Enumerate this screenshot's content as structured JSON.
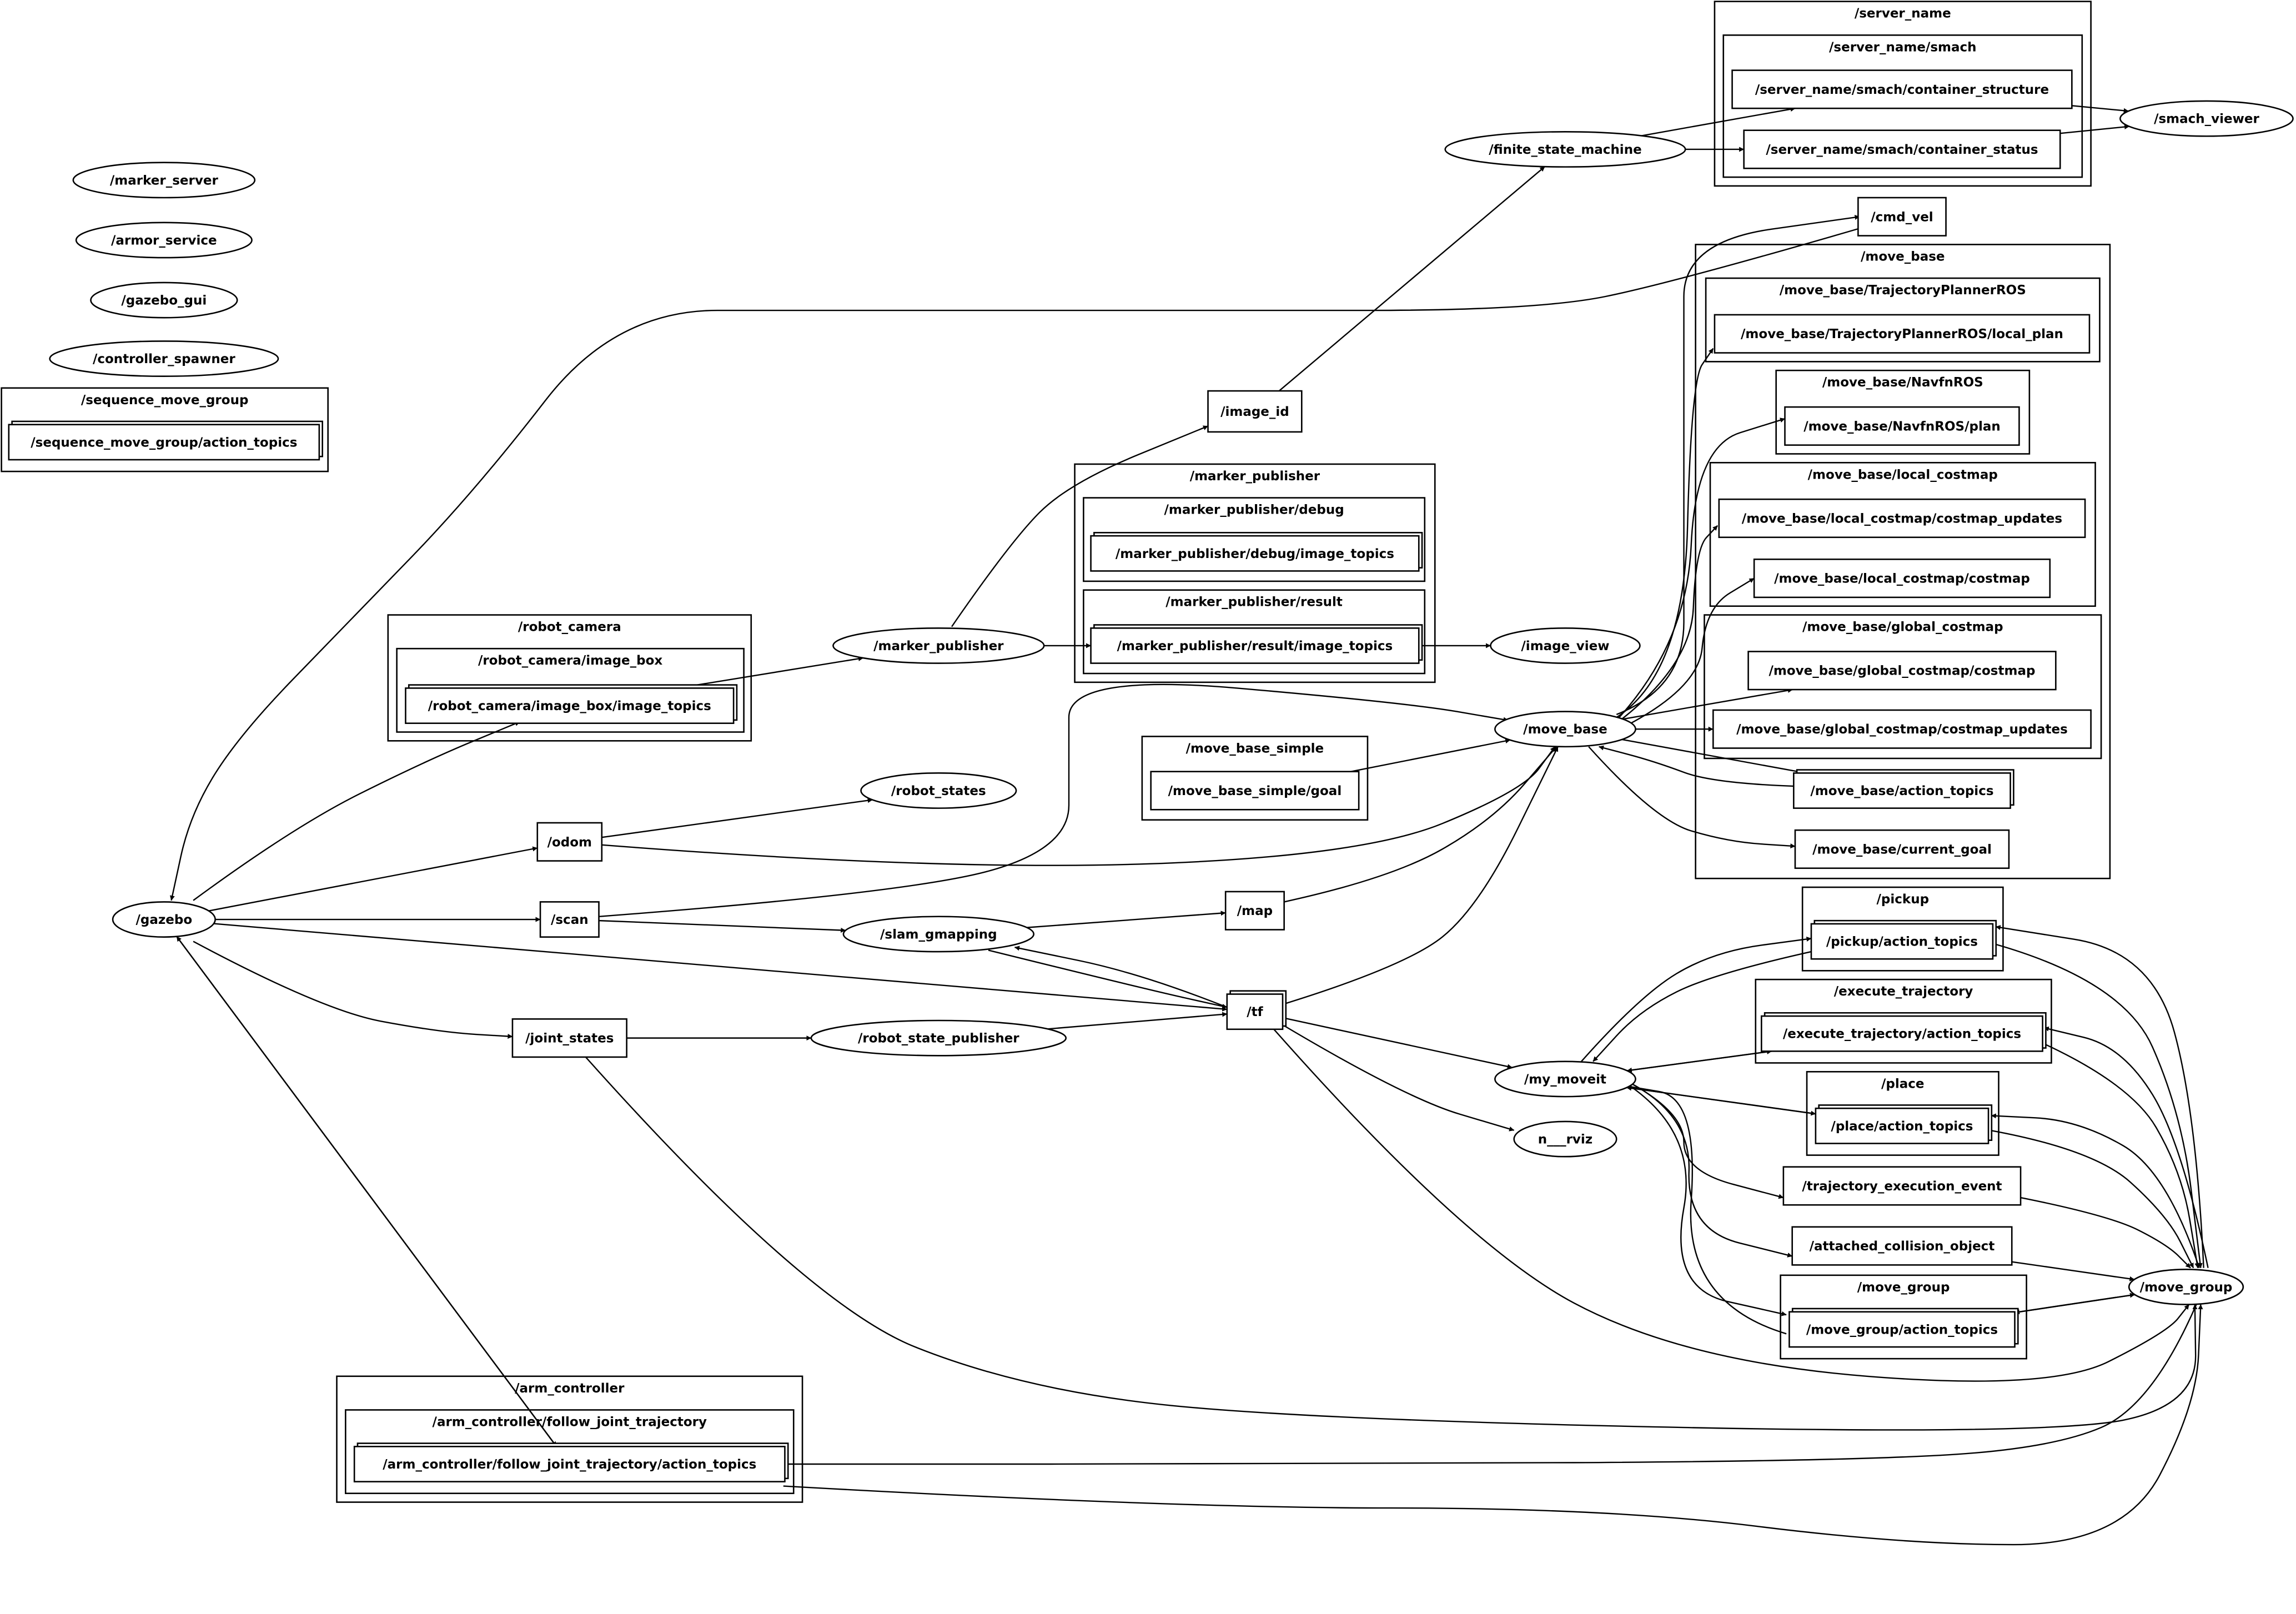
{
  "graph": {
    "clusters": [
      {
        "id": "c_server_name",
        "label": "/server_name"
      },
      {
        "id": "c_server_smach",
        "label": "/server_name/smach"
      },
      {
        "id": "c_move_base",
        "label": "/move_base"
      },
      {
        "id": "c_tpr",
        "label": "/move_base/TrajectoryPlannerROS"
      },
      {
        "id": "c_navfn",
        "label": "/move_base/NavfnROS"
      },
      {
        "id": "c_local",
        "label": "/move_base/local_costmap"
      },
      {
        "id": "c_global",
        "label": "/move_base/global_costmap"
      },
      {
        "id": "c_seq",
        "label": "/sequence_move_group"
      },
      {
        "id": "c_marker_pub",
        "label": "/marker_publisher"
      },
      {
        "id": "c_mp_debug",
        "label": "/marker_publisher/debug"
      },
      {
        "id": "c_mp_result",
        "label": "/marker_publisher/result"
      },
      {
        "id": "c_robot_camera",
        "label": "/robot_camera"
      },
      {
        "id": "c_rc_box",
        "label": "/robot_camera/image_box"
      },
      {
        "id": "c_mbs",
        "label": "/move_base_simple"
      },
      {
        "id": "c_pickup",
        "label": "/pickup"
      },
      {
        "id": "c_exec",
        "label": "/execute_trajectory"
      },
      {
        "id": "c_place",
        "label": "/place"
      },
      {
        "id": "c_move_group",
        "label": "/move_group"
      },
      {
        "id": "c_arm",
        "label": "/arm_controller"
      },
      {
        "id": "c_arm_fjt",
        "label": "/arm_controller/follow_joint_trajectory"
      }
    ],
    "nodes": [
      {
        "id": "marker_server",
        "label": "/marker_server",
        "shape": "ellipse"
      },
      {
        "id": "armor_service",
        "label": "/armor_service",
        "shape": "ellipse"
      },
      {
        "id": "gazebo_gui",
        "label": "/gazebo_gui",
        "shape": "ellipse"
      },
      {
        "id": "controller_spawner",
        "label": "/controller_spawner",
        "shape": "ellipse"
      },
      {
        "id": "seq_at",
        "label": "/sequence_move_group/action_topics",
        "shape": "box3d"
      },
      {
        "id": "gazebo",
        "label": "/gazebo",
        "shape": "ellipse"
      },
      {
        "id": "rc_it",
        "label": "/robot_camera/image_box/image_topics",
        "shape": "box3d"
      },
      {
        "id": "marker_publisher",
        "label": "/marker_publisher",
        "shape": "ellipse"
      },
      {
        "id": "image_id",
        "label": "/image_id",
        "shape": "box"
      },
      {
        "id": "mp_debug_it",
        "label": "/marker_publisher/debug/image_topics",
        "shape": "box3d"
      },
      {
        "id": "mp_result_it",
        "label": "/marker_publisher/result/image_topics",
        "shape": "box3d"
      },
      {
        "id": "image_view",
        "label": "/image_view",
        "shape": "ellipse"
      },
      {
        "id": "finite_state_machine",
        "label": "/finite_state_machine",
        "shape": "ellipse"
      },
      {
        "id": "smach_cs",
        "label": "/server_name/smach/container_structure",
        "shape": "box"
      },
      {
        "id": "smach_st",
        "label": "/server_name/smach/container_status",
        "shape": "box"
      },
      {
        "id": "smach_viewer",
        "label": "/smach_viewer",
        "shape": "ellipse"
      },
      {
        "id": "cmd_vel",
        "label": "/cmd_vel",
        "shape": "box"
      },
      {
        "id": "tpr_lp",
        "label": "/move_base/TrajectoryPlannerROS/local_plan",
        "shape": "box"
      },
      {
        "id": "navfn_plan",
        "label": "/move_base/NavfnROS/plan",
        "shape": "box"
      },
      {
        "id": "lc_upd",
        "label": "/move_base/local_costmap/costmap_updates",
        "shape": "box"
      },
      {
        "id": "lc_cm",
        "label": "/move_base/local_costmap/costmap",
        "shape": "box"
      },
      {
        "id": "gc_cm",
        "label": "/move_base/global_costmap/costmap",
        "shape": "box"
      },
      {
        "id": "gc_upd",
        "label": "/move_base/global_costmap/costmap_updates",
        "shape": "box"
      },
      {
        "id": "mb_at",
        "label": "/move_base/action_topics",
        "shape": "box3d"
      },
      {
        "id": "mb_cg",
        "label": "/move_base/current_goal",
        "shape": "box"
      },
      {
        "id": "move_base",
        "label": "/move_base",
        "shape": "ellipse"
      },
      {
        "id": "mbs_goal",
        "label": "/move_base_simple/goal",
        "shape": "box"
      },
      {
        "id": "robot_states",
        "label": "/robot_states",
        "shape": "ellipse"
      },
      {
        "id": "odom",
        "label": "/odom",
        "shape": "box"
      },
      {
        "id": "scan",
        "label": "/scan",
        "shape": "box"
      },
      {
        "id": "slam_gmapping",
        "label": "/slam_gmapping",
        "shape": "ellipse"
      },
      {
        "id": "map",
        "label": "/map",
        "shape": "box"
      },
      {
        "id": "tf",
        "label": "/tf",
        "shape": "box3d"
      },
      {
        "id": "joint_states",
        "label": "/joint_states",
        "shape": "box"
      },
      {
        "id": "robot_state_publisher",
        "label": "/robot_state_publisher",
        "shape": "ellipse"
      },
      {
        "id": "my_moveit",
        "label": "/my_moveit",
        "shape": "ellipse"
      },
      {
        "id": "n_rviz",
        "label": "n___rviz",
        "shape": "ellipse"
      },
      {
        "id": "pickup_at",
        "label": "/pickup/action_topics",
        "shape": "box3d"
      },
      {
        "id": "exec_at",
        "label": "/execute_trajectory/action_topics",
        "shape": "box3d"
      },
      {
        "id": "place_at",
        "label": "/place/action_topics",
        "shape": "box3d"
      },
      {
        "id": "traj_event",
        "label": "/trajectory_execution_event",
        "shape": "box"
      },
      {
        "id": "att_obj",
        "label": "/attached_collision_object",
        "shape": "box"
      },
      {
        "id": "mg_at",
        "label": "/move_group/action_topics",
        "shape": "box3d"
      },
      {
        "id": "move_group",
        "label": "/move_group",
        "shape": "ellipse"
      },
      {
        "id": "arm_at",
        "label": "/arm_controller/follow_joint_trajectory/action_topics",
        "shape": "box3d"
      }
    ],
    "edges": [
      {
        "from": "finite_state_machine",
        "to": "smach_cs"
      },
      {
        "from": "finite_state_machine",
        "to": "smach_st"
      },
      {
        "from": "smach_cs",
        "to": "smach_viewer"
      },
      {
        "from": "smach_st",
        "to": "smach_viewer"
      },
      {
        "from": "image_id",
        "to": "finite_state_machine"
      },
      {
        "from": "marker_publisher",
        "to": "image_id"
      },
      {
        "from": "rc_it",
        "to": "marker_publisher"
      },
      {
        "from": "marker_publisher",
        "to": "mp_result_it"
      },
      {
        "from": "mp_result_it",
        "to": "image_view"
      },
      {
        "from": "gazebo",
        "to": "rc_it"
      },
      {
        "from": "cmd_vel",
        "to": "gazebo"
      },
      {
        "from": "move_base",
        "to": "cmd_vel"
      },
      {
        "from": "move_base",
        "to": "tpr_lp"
      },
      {
        "from": "move_base",
        "to": "navfn_plan"
      },
      {
        "from": "move_base",
        "to": "lc_upd"
      },
      {
        "from": "move_base",
        "to": "lc_cm"
      },
      {
        "from": "move_base",
        "to": "gc_cm"
      },
      {
        "from": "move_base",
        "to": "gc_upd"
      },
      {
        "from": "move_base",
        "to": "mb_at"
      },
      {
        "from": "mb_at",
        "to": "move_base"
      },
      {
        "from": "move_base",
        "to": "mb_cg"
      },
      {
        "from": "mbs_goal",
        "to": "move_base"
      },
      {
        "from": "scan",
        "to": "move_base"
      },
      {
        "from": "odom",
        "to": "move_base"
      },
      {
        "from": "map",
        "to": "move_base"
      },
      {
        "from": "tf",
        "to": "move_base"
      },
      {
        "from": "odom",
        "to": "robot_states"
      },
      {
        "from": "gazebo",
        "to": "odom"
      },
      {
        "from": "gazebo",
        "to": "scan"
      },
      {
        "from": "gazebo",
        "to": "tf"
      },
      {
        "from": "gazebo",
        "to": "joint_states"
      },
      {
        "from": "scan",
        "to": "slam_gmapping"
      },
      {
        "from": "slam_gmapping",
        "to": "map"
      },
      {
        "from": "slam_gmapping",
        "to": "tf"
      },
      {
        "from": "tf",
        "to": "slam_gmapping"
      },
      {
        "from": "joint_states",
        "to": "robot_state_publisher"
      },
      {
        "from": "robot_state_publisher",
        "to": "tf"
      },
      {
        "from": "joint_states",
        "to": "move_group"
      },
      {
        "from": "tf",
        "to": "my_moveit"
      },
      {
        "from": "tf",
        "to": "n_rviz"
      },
      {
        "from": "tf",
        "to": "move_group"
      },
      {
        "from": "my_moveit",
        "to": "pickup_at"
      },
      {
        "from": "pickup_at",
        "to": "my_moveit"
      },
      {
        "from": "my_moveit",
        "to": "exec_at"
      },
      {
        "from": "exec_at",
        "to": "my_moveit"
      },
      {
        "from": "my_moveit",
        "to": "place_at"
      },
      {
        "from": "place_at",
        "to": "my_moveit"
      },
      {
        "from": "my_moveit",
        "to": "traj_event"
      },
      {
        "from": "my_moveit",
        "to": "att_obj"
      },
      {
        "from": "my_moveit",
        "to": "mg_at"
      },
      {
        "from": "mg_at",
        "to": "my_moveit"
      },
      {
        "from": "move_group",
        "to": "pickup_at"
      },
      {
        "from": "pickup_at",
        "to": "move_group"
      },
      {
        "from": "move_group",
        "to": "exec_at"
      },
      {
        "from": "exec_at",
        "to": "move_group"
      },
      {
        "from": "move_group",
        "to": "place_at"
      },
      {
        "from": "place_at",
        "to": "move_group"
      },
      {
        "from": "traj_event",
        "to": "move_group"
      },
      {
        "from": "att_obj",
        "to": "move_group"
      },
      {
        "from": "mg_at",
        "to": "move_group"
      },
      {
        "from": "move_group",
        "to": "mg_at"
      },
      {
        "from": "move_group",
        "to": "arm_at"
      },
      {
        "from": "arm_at",
        "to": "move_group"
      },
      {
        "from": "arm_at",
        "to": "gazebo"
      },
      {
        "from": "gazebo",
        "to": "arm_at"
      }
    ]
  }
}
